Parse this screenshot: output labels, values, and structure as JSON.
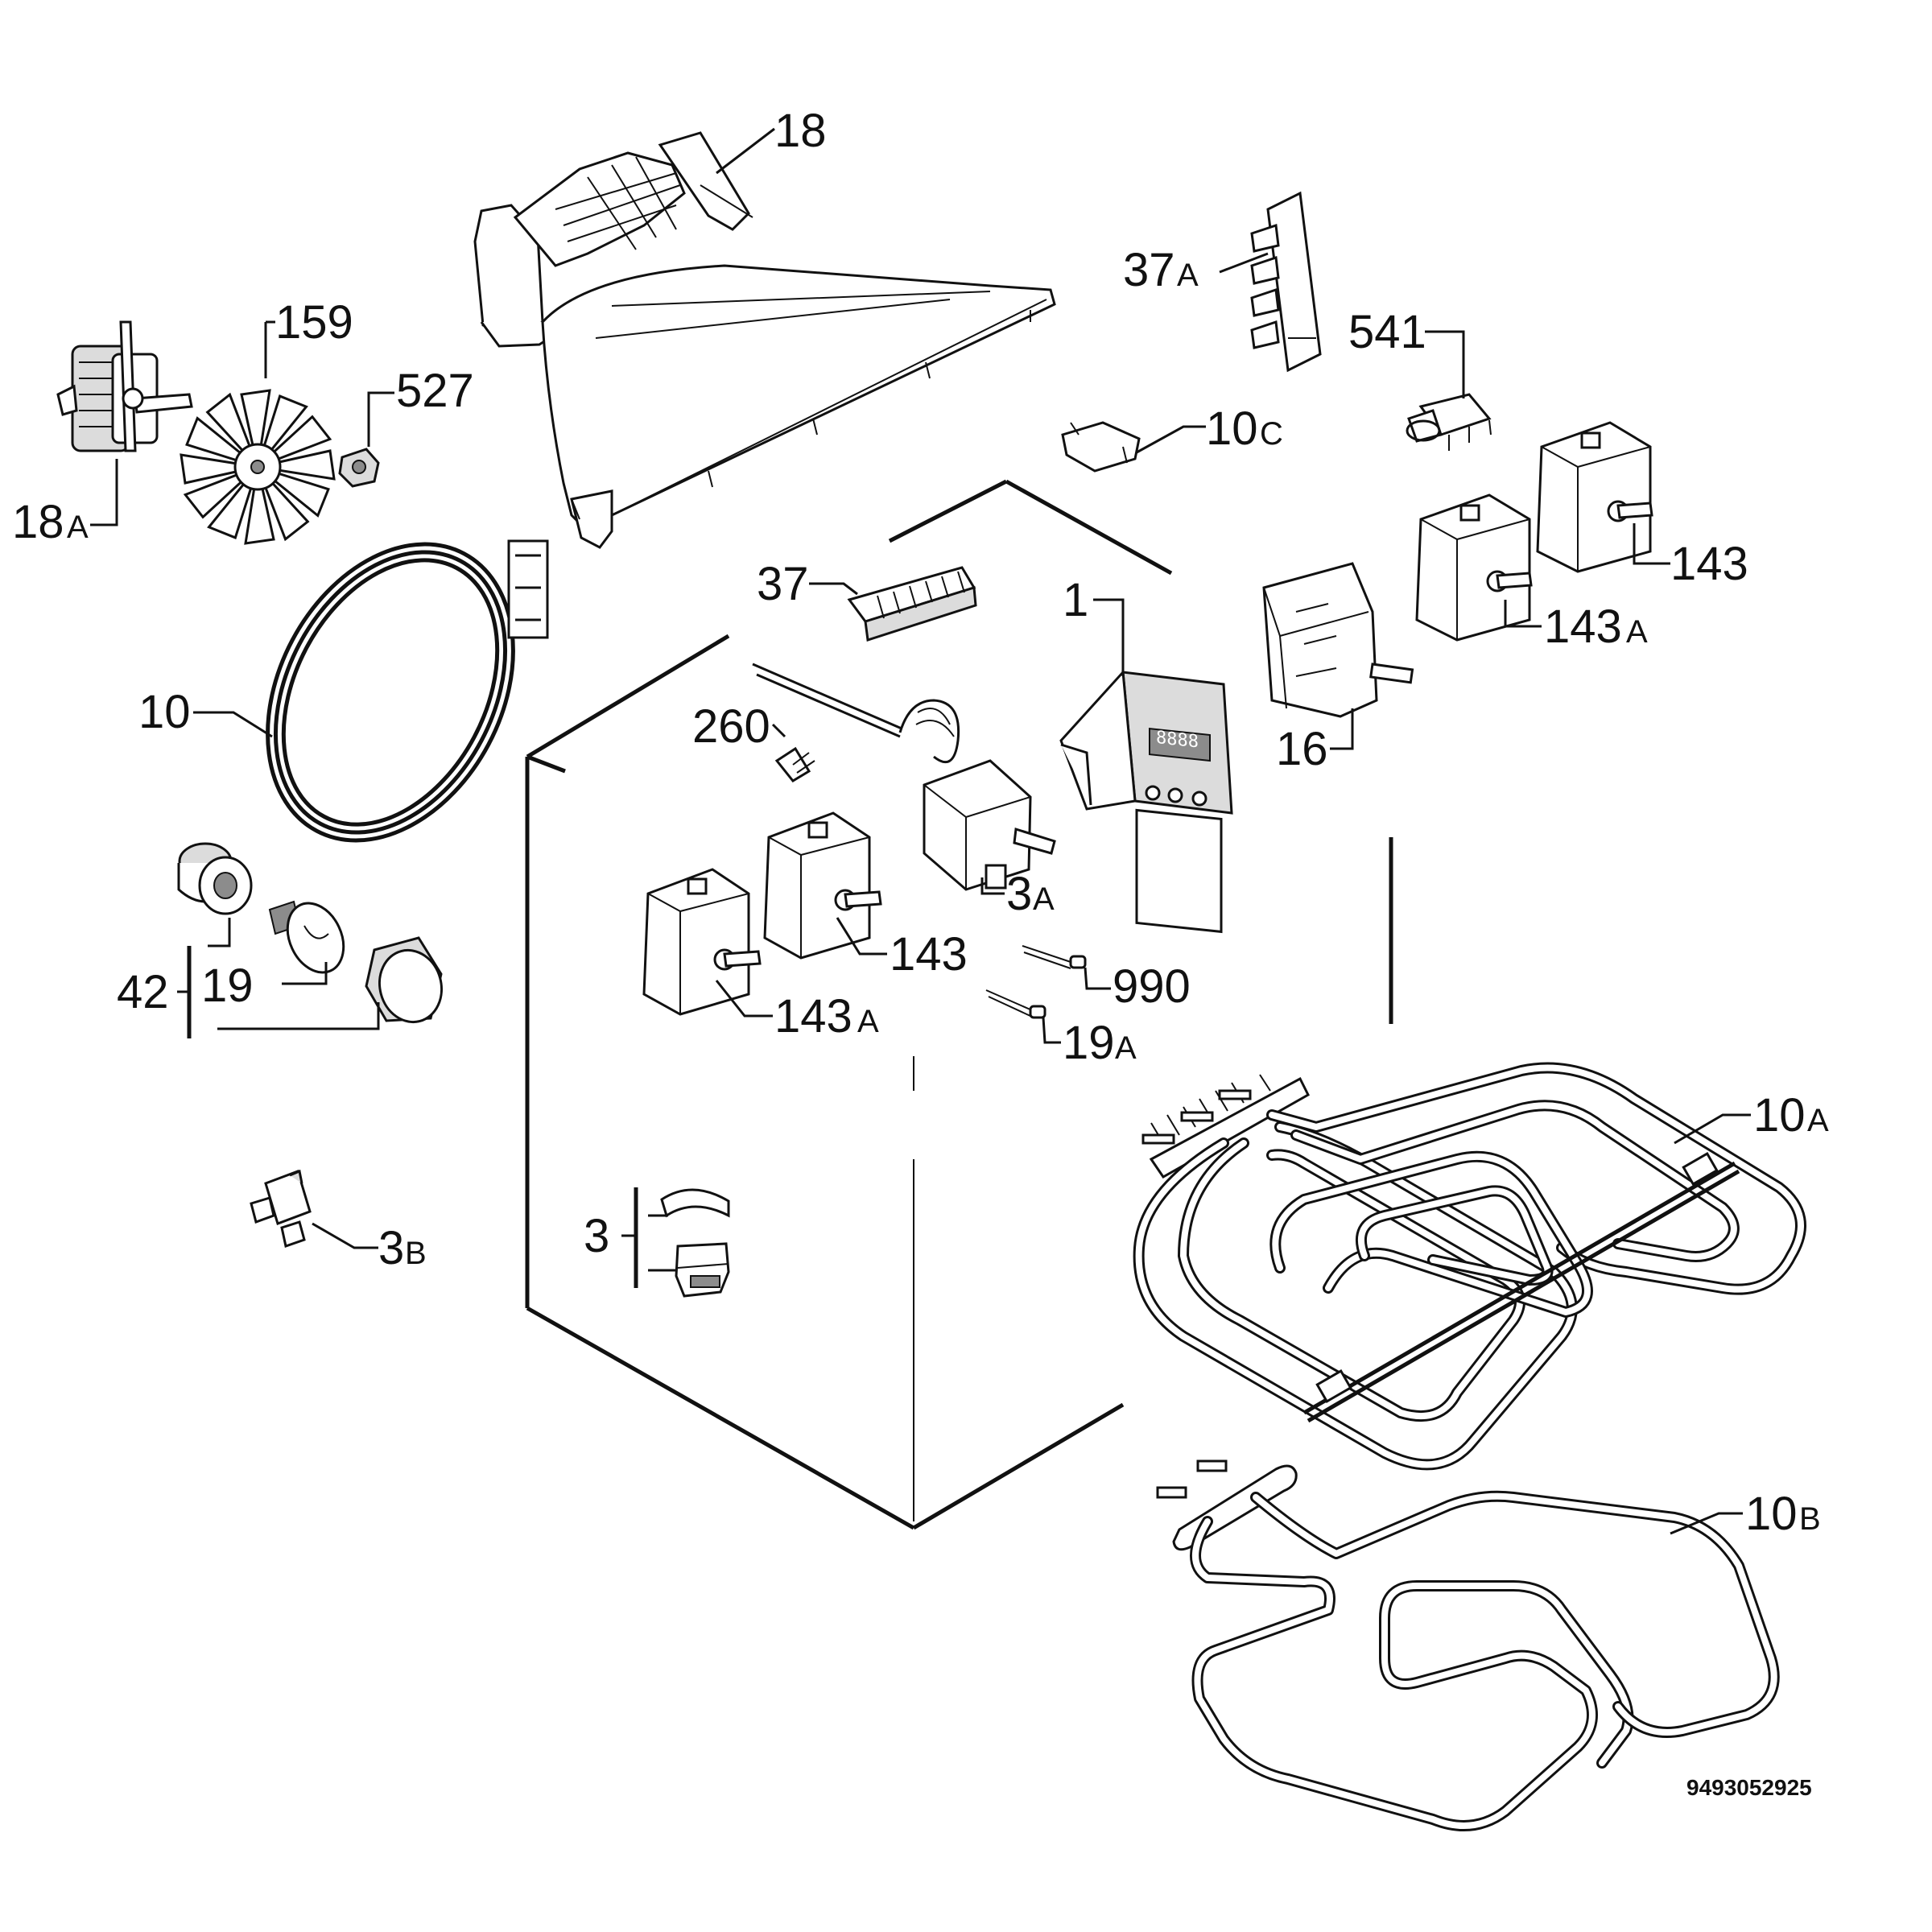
{
  "labels": {
    "fan_housing": "18",
    "fan_motor": "18",
    "fan_motor_suffix": "A",
    "fan_blade": "159",
    "nut": "527",
    "ring_element": "10",
    "terminal_block_a": "37",
    "terminal_block_a_suffix": "A",
    "switch_541": "541",
    "bracket_10c": "10",
    "bracket_10c_suffix": "C",
    "terminal_block": "37",
    "electronic_timer": "1",
    "selector_switch": "16",
    "energy_regulator_right": "143",
    "energy_regulator_right_a": "143",
    "energy_regulator_right_a_suffix": "A",
    "sensor_260": "260",
    "thermostat": "3",
    "thermostat_suffix": "A",
    "energy_regulator_left": "143",
    "energy_regulator_left_a": "143",
    "energy_regulator_left_a_suffix": "A",
    "connector_990": "990",
    "connector_19a": "19",
    "connector_19a_suffix": "A",
    "lamp_assembly": "42",
    "lamp_bulb": "19",
    "thermal_cutout": "3",
    "thermal_cutout_suffix": "B",
    "thermal_clip": "3",
    "grill_element": "10",
    "grill_element_suffix": "A",
    "bottom_element": "10",
    "bottom_element_suffix": "B"
  },
  "reference_code": "9493052925"
}
